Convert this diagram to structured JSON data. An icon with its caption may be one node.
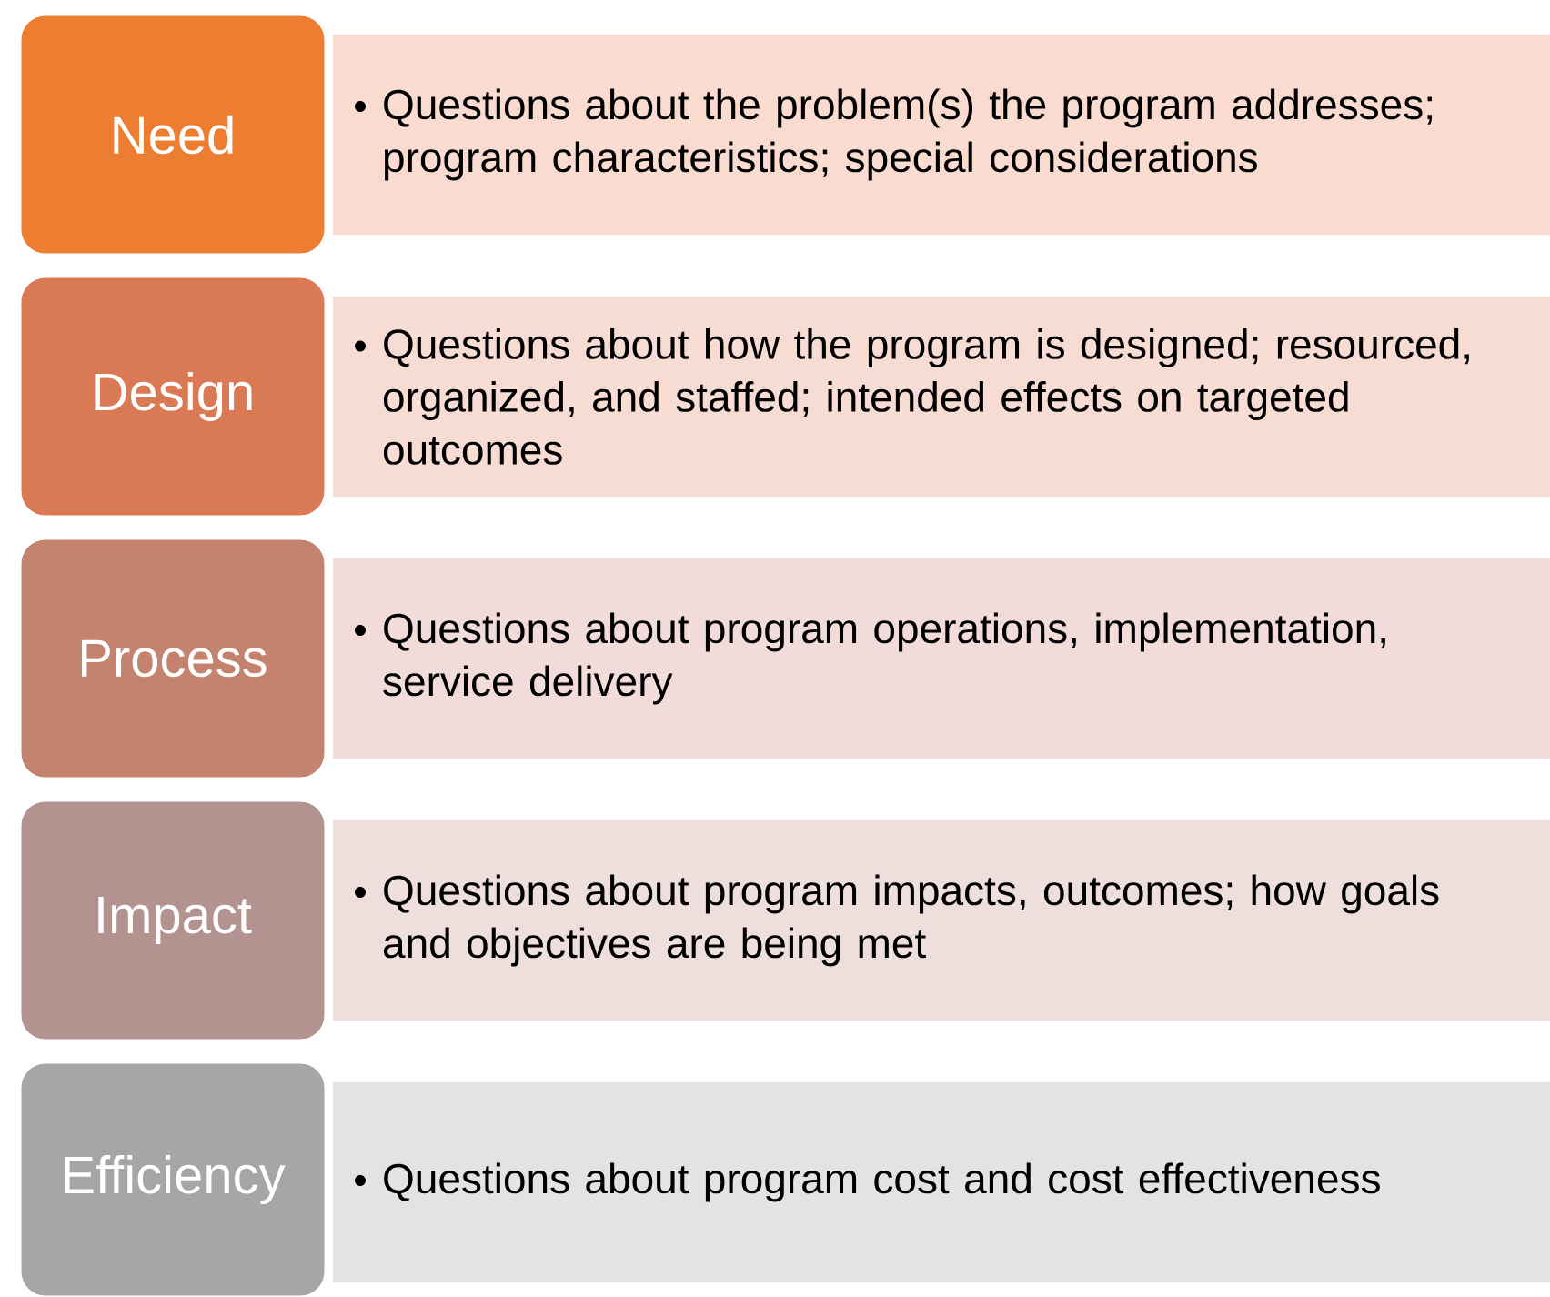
{
  "diagram": {
    "nodes": [
      {
        "text": [
          "Need"
        ]
      },
      {
        "text": [
          "Questions about the problem(s) the program addresses; program characteristics; special considerations"
        ]
      },
      {
        "text": [
          "Design"
        ]
      },
      {
        "text": [
          "Questions about how the program is designed; resourced, organized, and staffed; intended effects on targeted outcomes"
        ]
      },
      {
        "text": [
          "Process"
        ]
      },
      {
        "text": [
          "Questions about program operations, implementation, service delivery"
        ]
      },
      {
        "text": [
          "Impact"
        ]
      },
      {
        "text": [
          "Questions about program impacts, outcomes; how goals and objectives are being met"
        ]
      },
      {
        "text": [
          "Efficiency"
        ]
      },
      {
        "text": [
          "Questions about program cost and cost effectiveness"
        ]
      }
    ]
  }
}
